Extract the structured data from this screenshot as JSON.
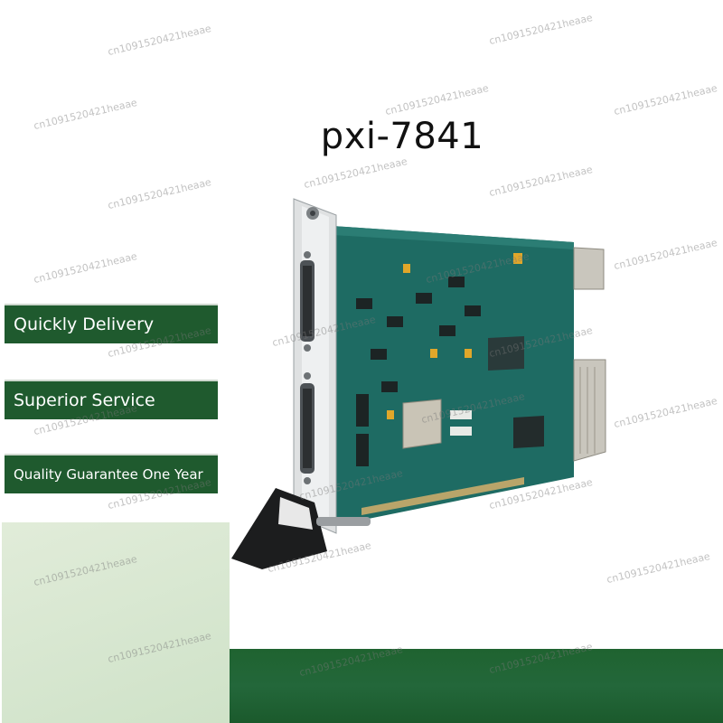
{
  "title": "pxi-7841",
  "badges": [
    "Quickly Delivery",
    "Superior Service",
    "Quality Guarantee One Year"
  ],
  "watermark": "cn1091520421heaae",
  "colors": {
    "badge": "#1f5a2e",
    "band": "#1f6330",
    "mint": "#d8e7d0",
    "board": "#1e6b63"
  }
}
